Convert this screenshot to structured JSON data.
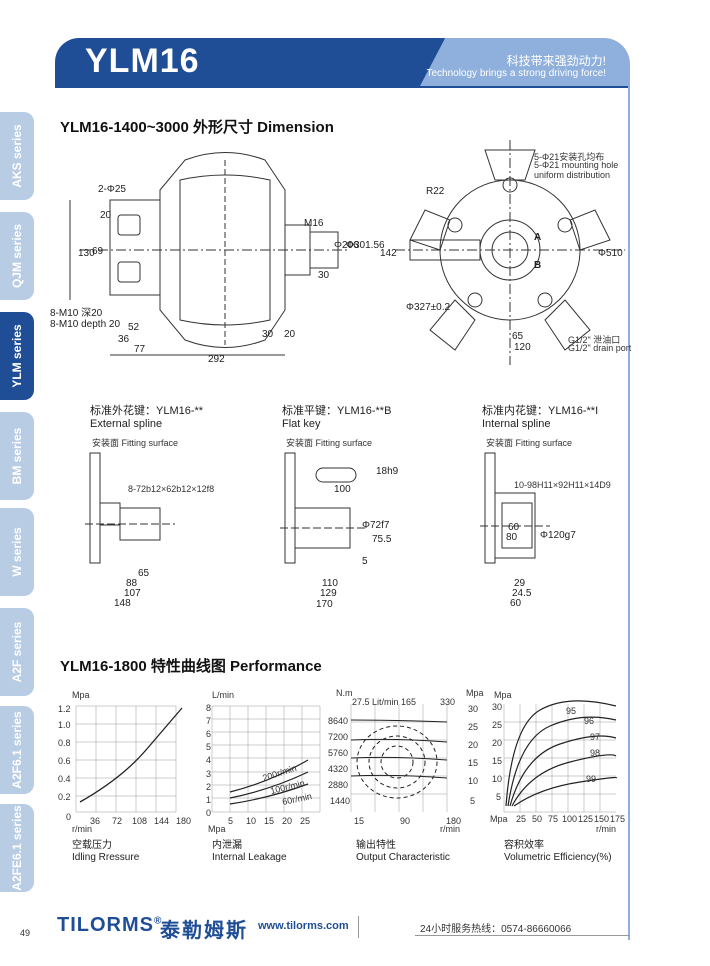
{
  "header": {
    "title": "YLM16",
    "slogan_cn": "科技带来强劲动力!",
    "slogan_en": "Technology brings a strong driving force!"
  },
  "sidebar": {
    "tabs": [
      {
        "label": "AKS series"
      },
      {
        "label": "QJM series"
      },
      {
        "label": "YLM series"
      },
      {
        "label": "BM series"
      },
      {
        "label": "W series"
      },
      {
        "label": "A2F series"
      },
      {
        "label": "A2F6.1 series"
      },
      {
        "label": "A2FE6.1 series"
      }
    ],
    "active": "YLM series"
  },
  "dimension": {
    "title": "YLM16-1400~3000 外形尺寸 Dimension",
    "labels": {
      "d2phi25": "2-Φ25",
      "m16": "M16",
      "d20a": "20",
      "d69": "69",
      "d130": "130",
      "d8m10_cn": "8-M10 深20",
      "d8m10_en": "8-M10 depth 20",
      "d52": "52",
      "d36": "36",
      "d77": "77",
      "d292": "292",
      "d30a": "30",
      "d30b": "30",
      "d20b": "20",
      "phi206": "Φ206",
      "phi301": "Φ301.56",
      "r22": "R22",
      "d142": "142",
      "phi327": "Φ327±0.2",
      "holes_cn": "5-Φ21安装孔均布",
      "holes_en1": "5-Φ21 mounting hole",
      "holes_en2": "uniform distribution",
      "phi510": "Φ510",
      "a": "A",
      "b": "B",
      "d65": "65",
      "d120": "120",
      "drain_cn": "G1/2\" 泄油口",
      "drain_en": "G1/2\" drain port"
    }
  },
  "shafts": [
    {
      "title_cn": "标准外花键：YLM16-**",
      "title_en": "External spline",
      "fitting": "安装面 Fitting surface",
      "spec": "8-72b12×62b12×12f8",
      "dims": [
        "65",
        "88",
        "107",
        "148"
      ]
    },
    {
      "title_cn": "标准平键：YLM16-**B",
      "title_en": "Flat key",
      "fitting": "安装面 Fitting surface",
      "spec": "18h9",
      "key_len": "100",
      "side": [
        "Φ72f7",
        "75.5",
        "5"
      ],
      "dims": [
        "110",
        "129",
        "170"
      ]
    },
    {
      "title_cn": "标准内花键：YLM16-**I",
      "title_en": "Internal spline",
      "fitting": "安装面 Fitting surface",
      "spec": "10-98H11×92H11×14D9",
      "side": [
        "Φ120g7"
      ],
      "dims": [
        "60",
        "80",
        "29",
        "24.5",
        "60"
      ]
    }
  ],
  "performance": {
    "title": "YLM16-1800 特性曲线图 Performance",
    "charts": [
      {
        "unit": "Mpa",
        "yticks": [
          "1.2",
          "1.0",
          "0.8",
          "0.6",
          "0.4",
          "0.2",
          "0"
        ],
        "xticks": [
          "36",
          "72",
          "108",
          "144",
          "180"
        ],
        "xunit": "r/min",
        "caption_cn": "空载压力",
        "caption_en": "Idling Rressure"
      },
      {
        "unit": "L/min",
        "yticks": [
          "8",
          "7",
          "6",
          "5",
          "4",
          "3",
          "2",
          "1",
          "0"
        ],
        "xticks": [
          "5",
          "10",
          "15",
          "20",
          "25"
        ],
        "xunit": "Mpa",
        "curves": [
          "200r/min",
          "100r/min",
          "60r/min"
        ],
        "caption_cn": "内泄漏",
        "caption_en": "Internal Leakage"
      },
      {
        "unit_left": "N.m",
        "unit_right": "Mpa",
        "top": [
          "27.5 Lit/min 165",
          "330"
        ],
        "yticks_left": [
          "8640",
          "7200",
          "5760",
          "4320",
          "2880",
          "1440"
        ],
        "yticks_right": [
          "30",
          "25",
          "20",
          "15",
          "10",
          "5"
        ],
        "xticks": [
          "15",
          "90",
          "180"
        ],
        "xunit": "r/min",
        "caption_cn": "输出特性",
        "caption_en": "Output Characteristic"
      },
      {
        "unit": "Mpa",
        "yticks": [
          "30",
          "25",
          "20",
          "15",
          "10",
          "5"
        ],
        "xticks": [
          "25",
          "50",
          "75",
          "100",
          "125",
          "150",
          "175"
        ],
        "xunit": "r/min",
        "curves": [
          "95",
          "96",
          "97",
          "98",
          "99"
        ],
        "caption_cn": "容积效率",
        "caption_en": "Volumetric Efficiency(%)"
      }
    ]
  },
  "footer": {
    "logo": "TILORMS",
    "reg": "®",
    "brand_cn": "泰勒姆斯",
    "website": "www.tilorms.com",
    "hotline": "24小时服务热线：0574-86660066",
    "page": "49"
  },
  "colors": {
    "primary": "#1f4e97",
    "secondary": "#8fb0dc",
    "tab_inactive": "#b8cce4"
  }
}
